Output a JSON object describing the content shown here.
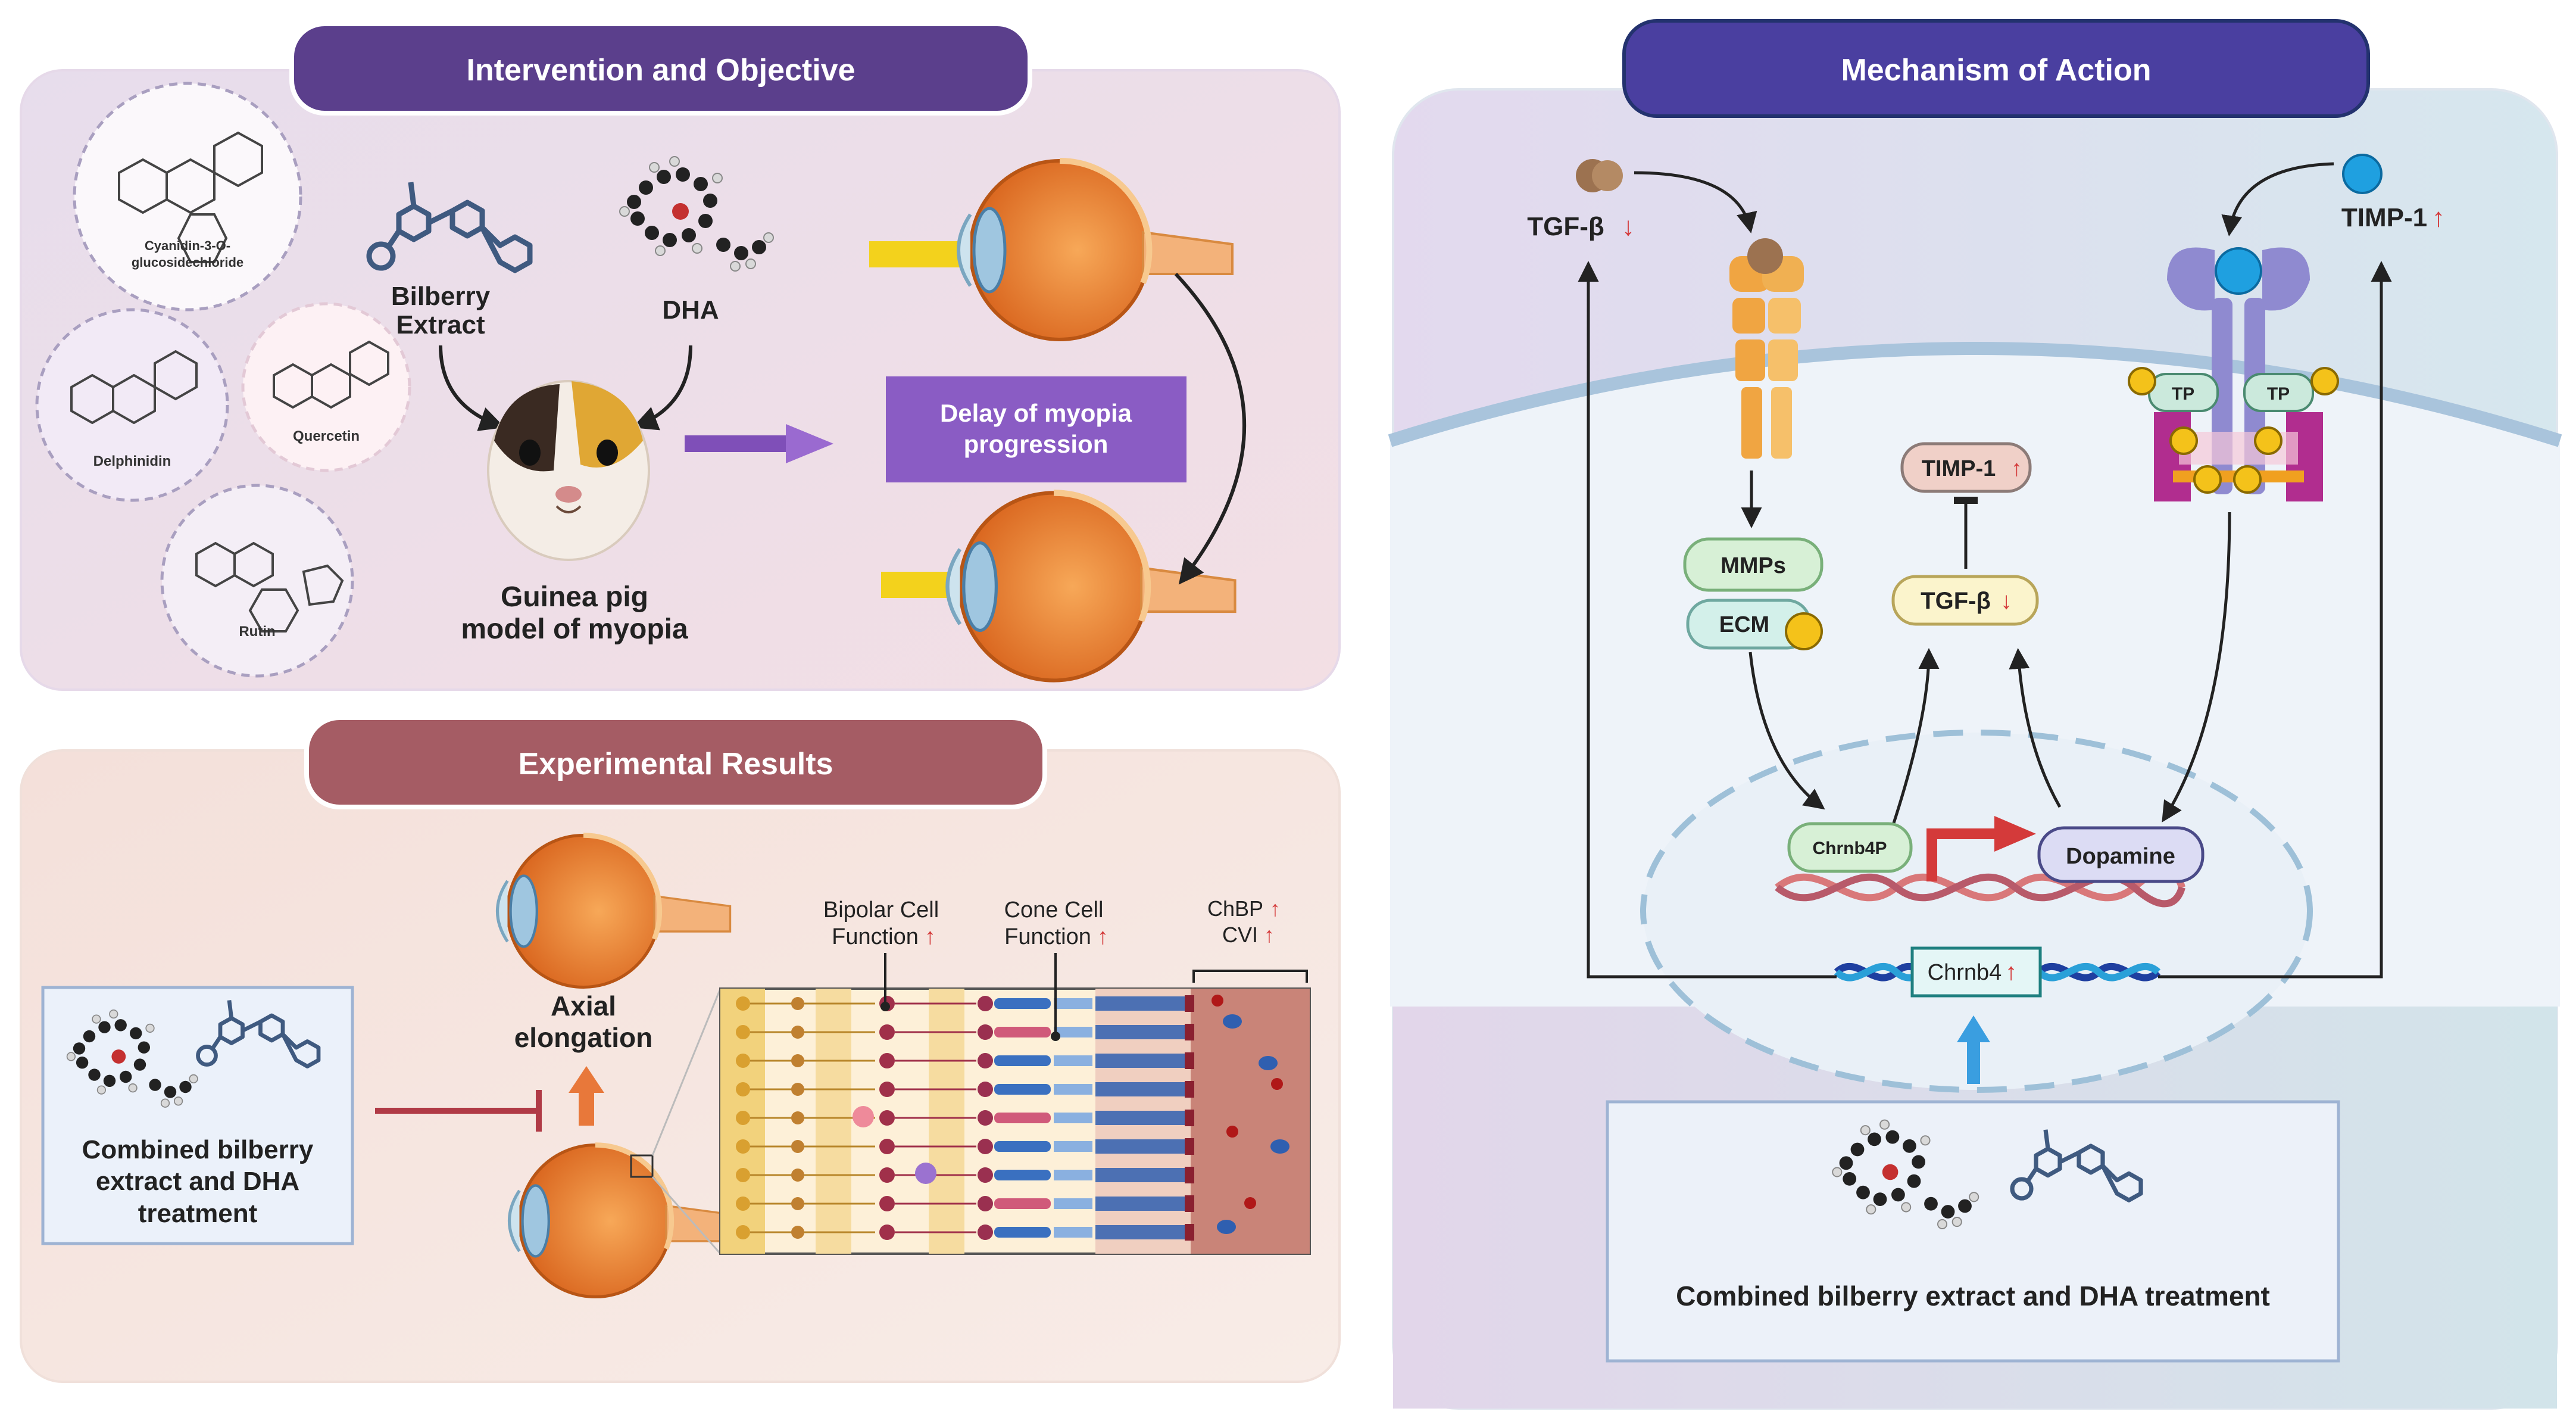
{
  "panels": {
    "intervention": {
      "title": "Intervention and Objective",
      "compounds": [
        "Cyanidin-3-O-",
        "glucosidechloride",
        "Delphinidin",
        "Quercetin",
        "Rutin"
      ],
      "bilberry_line1": "Bilberry",
      "bilberry_line2": "Extract",
      "dha": "DHA",
      "model_line1": "Guinea pig",
      "model_line2": "model of myopia",
      "objective_line1": "Delay of myopia",
      "objective_line2": "progression"
    },
    "results": {
      "title": "Experimental Results",
      "treatment_line1": "Combined bilberry",
      "treatment_line2": "extract and DHA",
      "treatment_line3": "treatment",
      "axial_line1": "Axial",
      "axial_line2": "elongation",
      "bipolar_line1": "Bipolar Cell",
      "bipolar_line2": "Function",
      "cone_line1": "Cone Cell",
      "cone_line2": "Function",
      "chbp": "ChBP",
      "cvi": "CVI"
    },
    "mechanism": {
      "title": "Mechanism of Action",
      "tgf_beta": "TGF-β",
      "timp1": "TIMP-1",
      "tp": "TP",
      "mmps": "MMPs",
      "ecm": "ECM",
      "chrnb4p": "Chrnb4P",
      "dopamine": "Dopamine",
      "chrnb4": "Chrnb4",
      "treatment": "Combined bilberry extract and DHA treatment"
    }
  },
  "arrows": {
    "up": "↑",
    "down": "↓"
  },
  "colors": {
    "header_purple": "#5b3f8c",
    "header_indigo": "#4a3fa0",
    "header_rose": "#a55c64",
    "objective_box": "#8a5cc4",
    "red_arrow": "#d43a3a"
  }
}
